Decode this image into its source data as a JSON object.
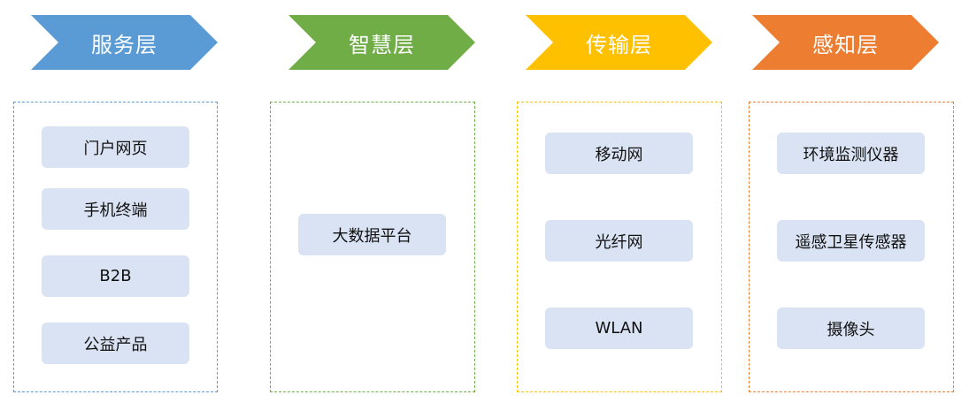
{
  "layers": [
    {
      "title": "服务层",
      "color": "#5b9bd5",
      "items": [
        "门户网页",
        "手机终端",
        "B2B",
        "公益产品"
      ]
    },
    {
      "title": "智慧层",
      "color": "#70ad47",
      "items": [
        "大数据平台"
      ]
    },
    {
      "title": "传输层",
      "color": "#ffc000",
      "items": [
        "移动网",
        "光纤网",
        "WLAN"
      ]
    },
    {
      "title": "感知层",
      "color": "#ed7d31",
      "items": [
        "环境监测仪器",
        "遥感卫星传感器",
        "摄像头"
      ]
    }
  ]
}
